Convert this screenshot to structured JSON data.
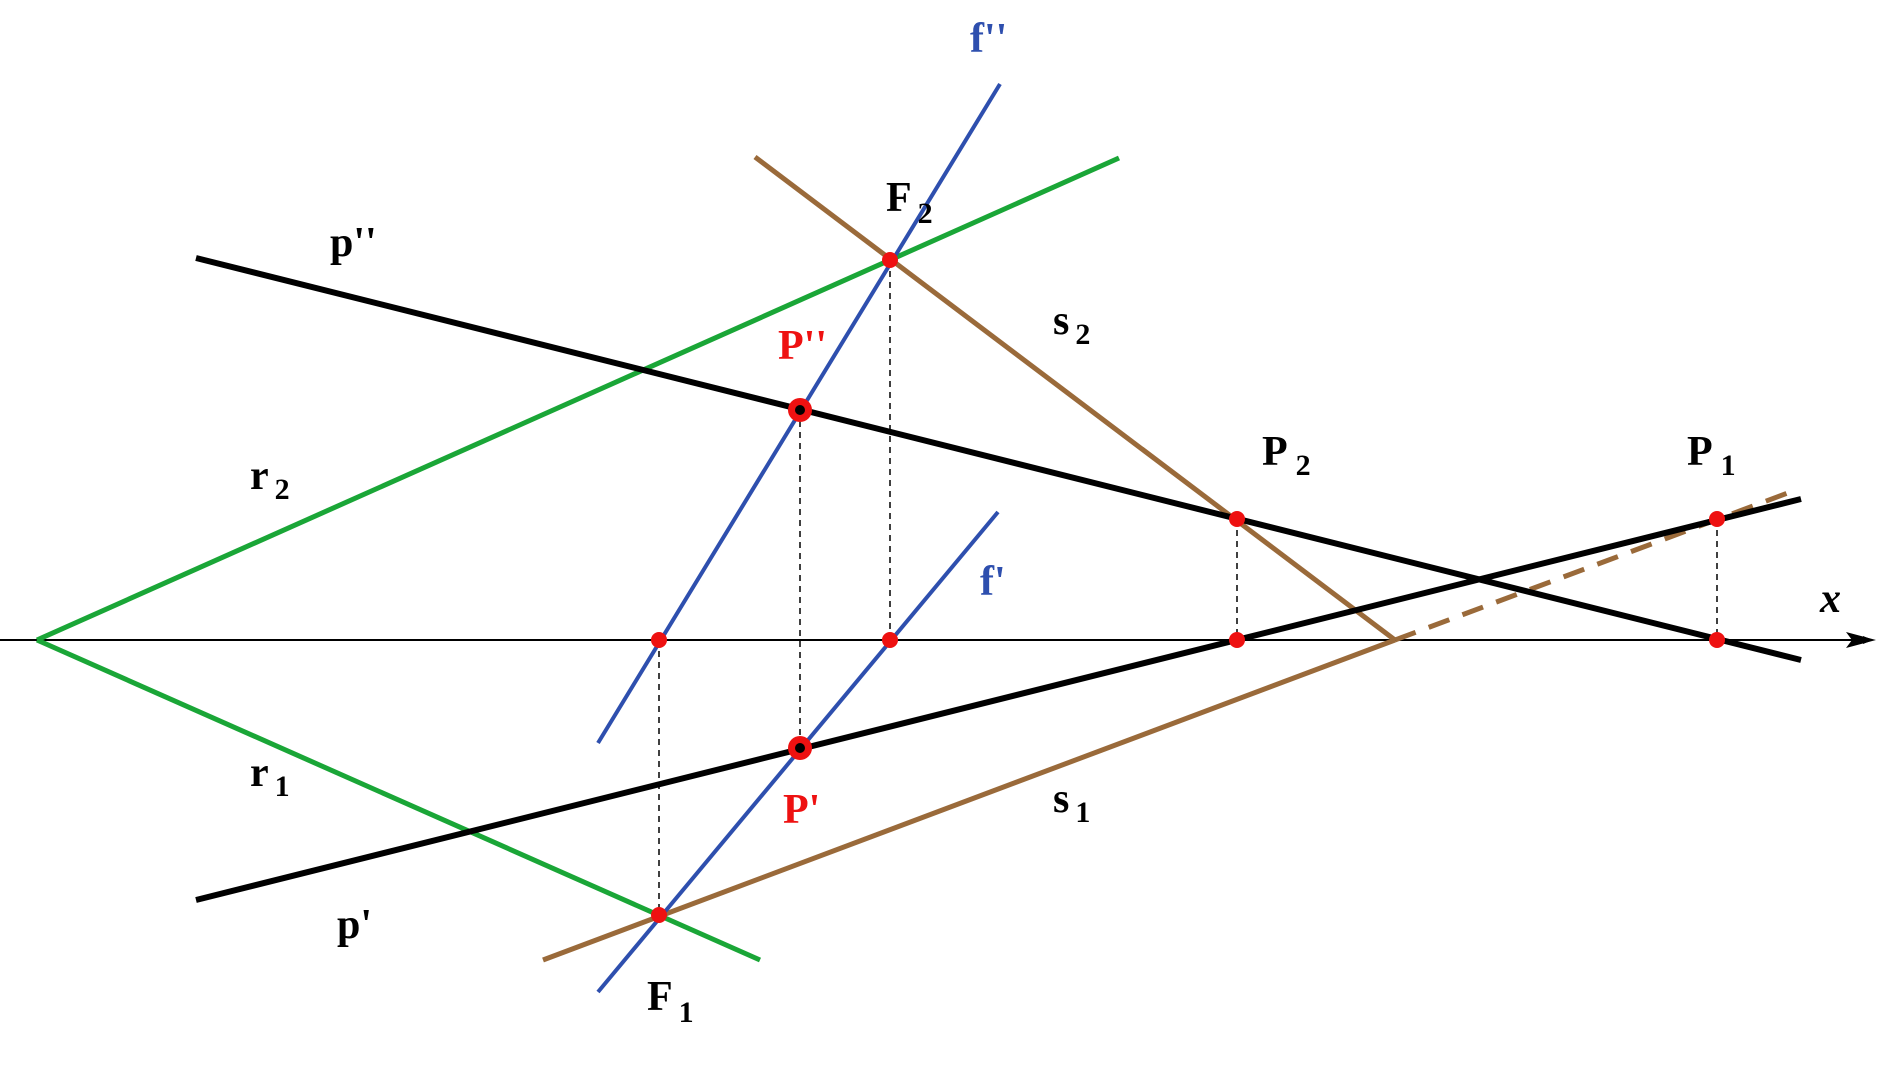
{
  "colors": {
    "black": "#000000",
    "green": "#1aa637",
    "blue": "#2e4fae",
    "brown": "#9a6a3a",
    "red": "#ee1111"
  },
  "axis": {
    "label": "x"
  },
  "labels": {
    "f_double": "f''",
    "f_single": "f'",
    "F2": {
      "main": "F",
      "sub": "2"
    },
    "F1": {
      "main": "F",
      "sub": "1"
    },
    "p_double": "p''",
    "p_single": "p'",
    "s2": {
      "main": "s",
      "sub": "2"
    },
    "s1": {
      "main": "s",
      "sub": "1"
    },
    "r2": {
      "main": "r",
      "sub": "2"
    },
    "r1": {
      "main": "r",
      "sub": "1"
    },
    "P_double": "P''",
    "P_single": "P'",
    "P2": {
      "main": "P",
      "sub": "2"
    },
    "P1": {
      "main": "P",
      "sub": "1"
    }
  }
}
